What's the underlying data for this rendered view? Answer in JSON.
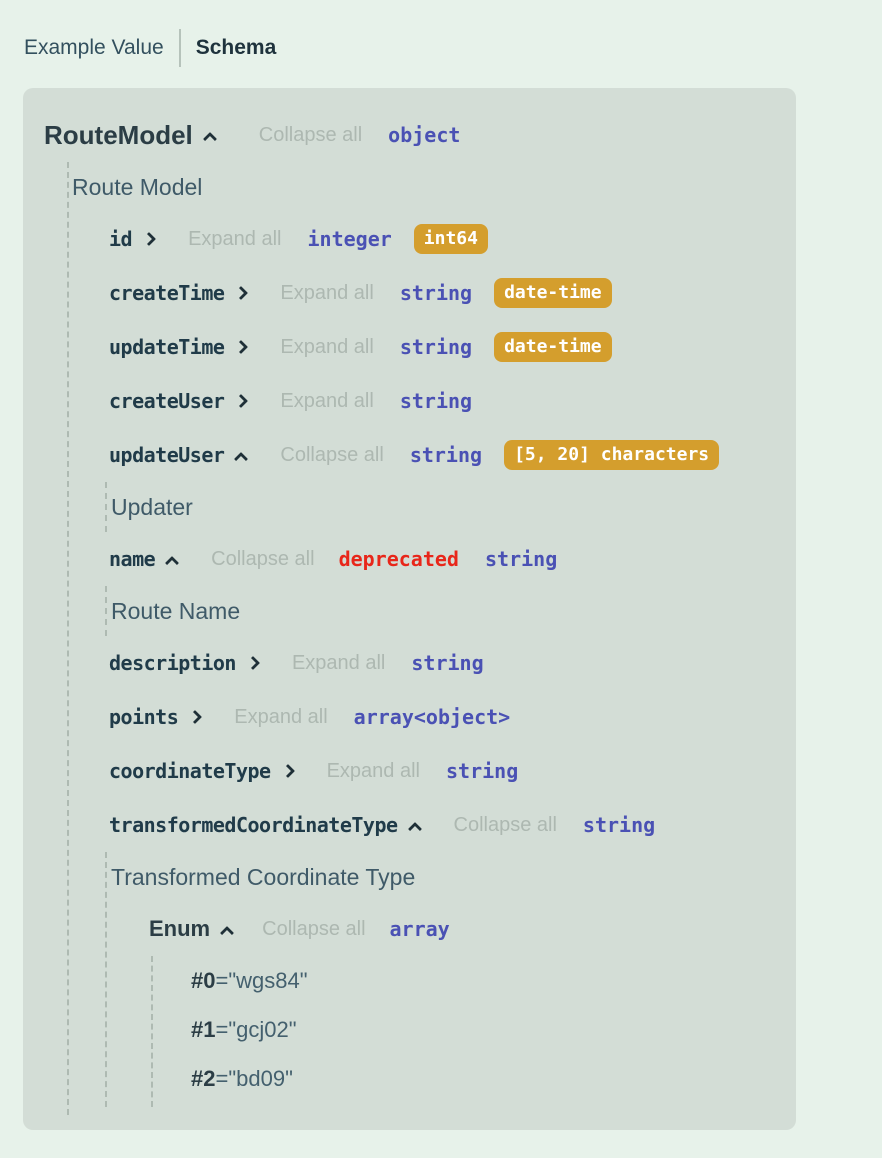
{
  "tabs": {
    "example": "Example Value",
    "schema": "Schema"
  },
  "model": {
    "title": "RouteModel",
    "toggle": "Collapse all",
    "type": "object",
    "description": "Route Model"
  },
  "properties": [
    {
      "name": "id",
      "toggle": "Expand all",
      "type": "integer",
      "badge": "int64"
    },
    {
      "name": "createTime",
      "toggle": "Expand all",
      "type": "string",
      "badge": "date-time"
    },
    {
      "name": "updateTime",
      "toggle": "Expand all",
      "type": "string",
      "badge": "date-time"
    },
    {
      "name": "createUser",
      "toggle": "Expand all",
      "type": "string"
    },
    {
      "name": "updateUser",
      "toggle": "Collapse all",
      "type": "string",
      "badge": "[5, 20] characters",
      "description": "Updater"
    },
    {
      "name": "name",
      "toggle": "Collapse all",
      "deprecated": "deprecated",
      "type": "string",
      "description": "Route Name"
    },
    {
      "name": "description",
      "toggle": "Expand all",
      "type": "string"
    },
    {
      "name": "points",
      "toggle": "Expand all",
      "type": "array<object>"
    },
    {
      "name": "coordinateType",
      "toggle": "Expand all",
      "type": "string"
    },
    {
      "name": "transformedCoordinateType",
      "toggle": "Collapse all",
      "type": "string",
      "description": "Transformed Coordinate Type"
    }
  ],
  "enum": {
    "label": "Enum",
    "toggle": "Collapse all",
    "type": "array",
    "items": [
      {
        "index": "#0",
        "value": "=\"wgs84\""
      },
      {
        "index": "#1",
        "value": "=\"gcj02\""
      },
      {
        "index": "#2",
        "value": "=\"bd09\""
      }
    ]
  },
  "colors": {
    "page_bg": "#e7f2ea",
    "card_bg": "#d3ddd6",
    "type_text": "#4a51b4",
    "badge_bg": "#d49e2d",
    "deprecated_text": "#e8261a",
    "muted_toggle": "#adb8b1",
    "dark_text": "#2b3d45"
  }
}
